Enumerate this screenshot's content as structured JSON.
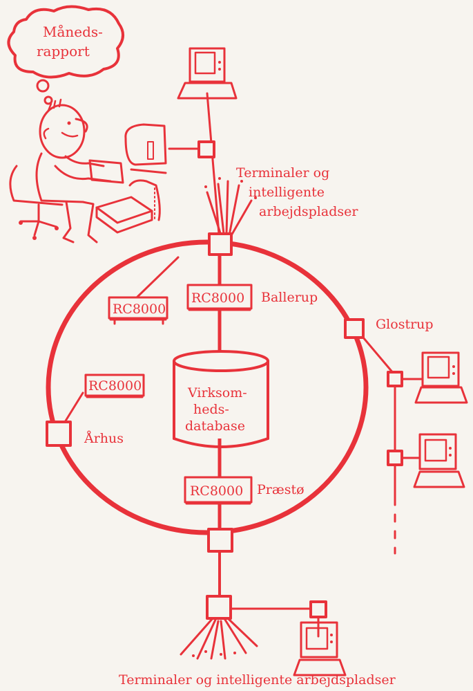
{
  "colors": {
    "accent": "#e8323a",
    "paper": "#f7f4ef"
  },
  "thought_bubble": {
    "line1": "Måneds-",
    "line2": "rapport"
  },
  "labels": {
    "terminals_top_line1": "Terminaler og",
    "terminals_top_line2": "intelligente",
    "terminals_top_line3": "arbejdspladser",
    "ballerup": "Ballerup",
    "glostrup": "Glostrup",
    "arhus": "Århus",
    "praesto": "Præstø",
    "terminals_bottom": "Terminaler og intelligente arbejdspladser"
  },
  "computers": {
    "rc_left": "RC8000",
    "rc_ballerup": "RC8000",
    "rc_arhus": "RC8000",
    "rc_praesto": "RC8000"
  },
  "database": {
    "line1": "Virksom-",
    "line2": "heds-",
    "line3": "database"
  },
  "icons": [
    "thought-bubble-icon",
    "person-at-desk-icon",
    "printer-icon",
    "terminal-icon",
    "network-node-icon",
    "database-cylinder-icon"
  ]
}
